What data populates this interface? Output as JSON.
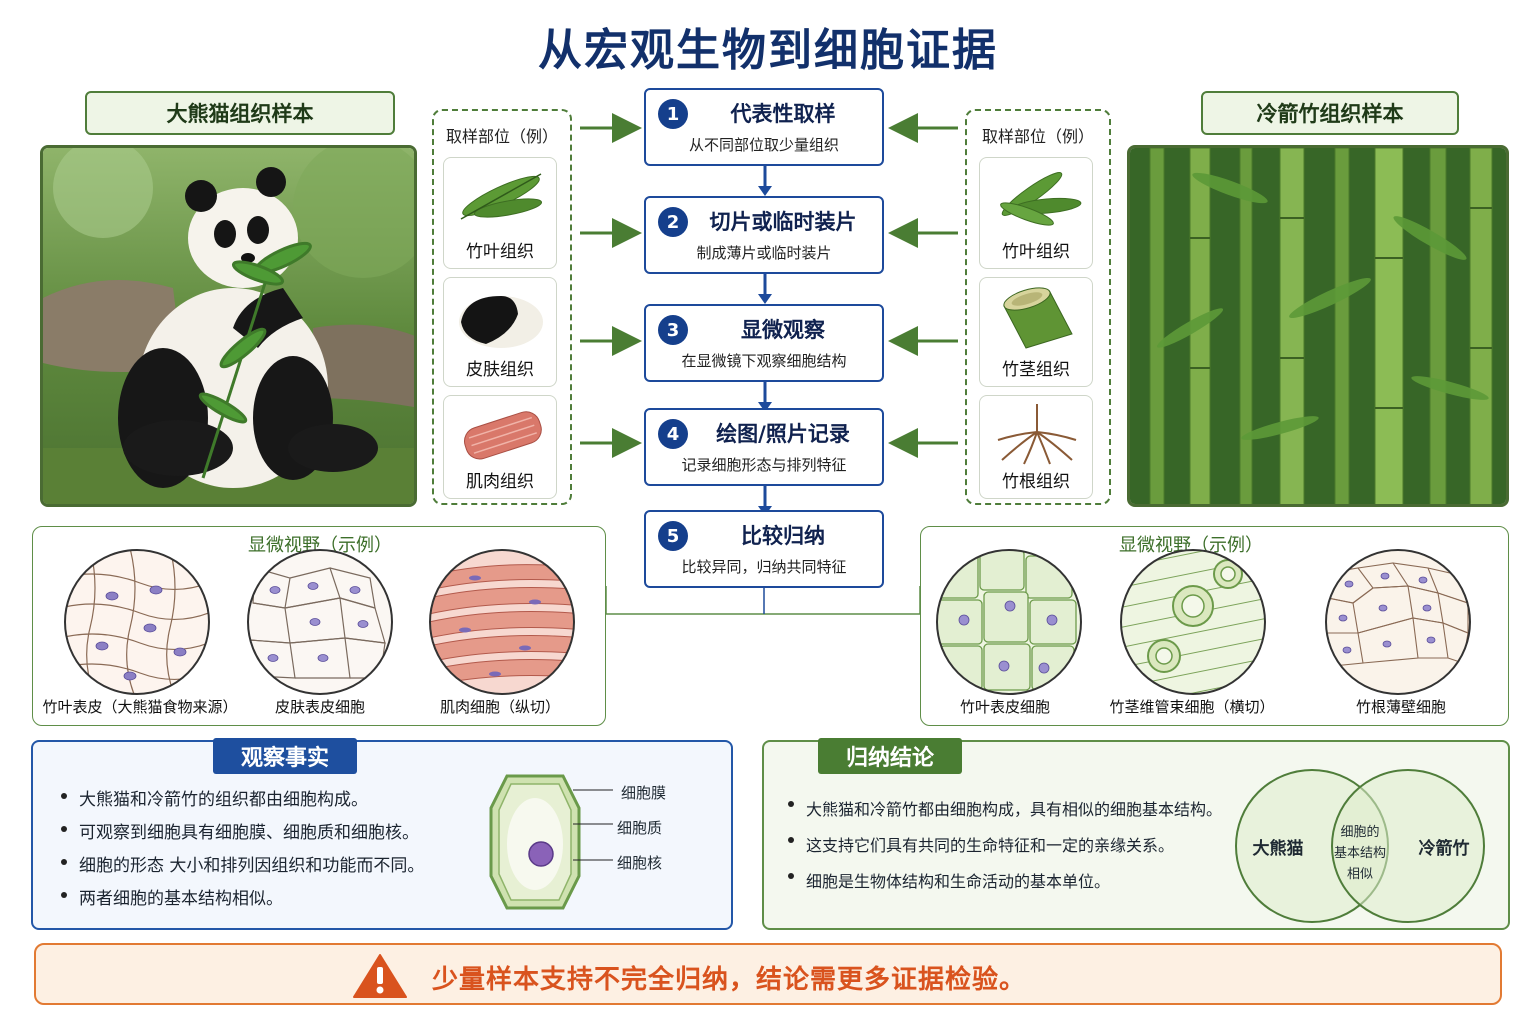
{
  "title": "从宏观生物到细胞证据",
  "panda": {
    "label": "大熊猫组织样本"
  },
  "bamboo": {
    "label": "冷箭竹组织样本"
  },
  "samples_left": {
    "heading": "取样部位（例）",
    "items": [
      "竹叶组织",
      "皮肤组织",
      "肌肉组织"
    ]
  },
  "samples_right": {
    "heading": "取样部位（例）",
    "items": [
      "竹叶组织",
      "竹茎组织",
      "竹根组织"
    ]
  },
  "steps": [
    {
      "num": "1",
      "title": "代表性取样",
      "sub": "从不同部位取少量组织"
    },
    {
      "num": "2",
      "title": "切片或临时装片",
      "sub": "制成薄片或临时装片"
    },
    {
      "num": "3",
      "title": "显微观察",
      "sub": "在显微镜下观察细胞结构"
    },
    {
      "num": "4",
      "title": "绘图/照片记录",
      "sub": "记录细胞形态与排列特征"
    },
    {
      "num": "5",
      "title": "比较归纳",
      "sub": "比较异同，归纳共同特征"
    }
  ],
  "micro_left": {
    "heading": "显微视野（示例）",
    "labels": [
      "竹叶表皮（大熊猫食物来源）",
      "皮肤表皮细胞",
      "肌肉细胞（纵切）"
    ]
  },
  "micro_right": {
    "heading": "显微视野（示例）",
    "labels": [
      "竹叶表皮细胞",
      "竹茎维管束细胞（横切）",
      "竹根薄壁细胞"
    ]
  },
  "facts": {
    "tag": "观察事实",
    "bullets": [
      "大熊猫和冷箭竹的组织都由细胞构成。",
      "可观察到细胞具有细胞膜、细胞质和细胞核。",
      "细胞的形态  大小和排列因组织和功能而不同。",
      "两者细胞的基本结构相似。"
    ],
    "cell_labels": {
      "membrane": "细胞膜",
      "cytoplasm": "细胞质",
      "nucleus": "细胞核"
    }
  },
  "conclusion": {
    "tag": "归纳结论",
    "bullets": [
      "大熊猫和冷箭竹都由细胞构成，具有相似的细胞基本结构。",
      "这支持它们具有共同的生命特征和一定的亲缘关系。",
      "细胞是生物体结构和生命活动的基本单位。"
    ],
    "venn": {
      "left": "大熊猫",
      "right": "冷箭竹",
      "overlap": [
        "细胞的",
        "基本结构",
        "相似"
      ]
    }
  },
  "warning": {
    "text": "少量样本支持不完全归纳，结论需更多证据检验。"
  },
  "colors": {
    "navy": "#12306b",
    "step_blue": "#153f8c",
    "green": "#4a7d33",
    "orange": "#d9531e"
  }
}
